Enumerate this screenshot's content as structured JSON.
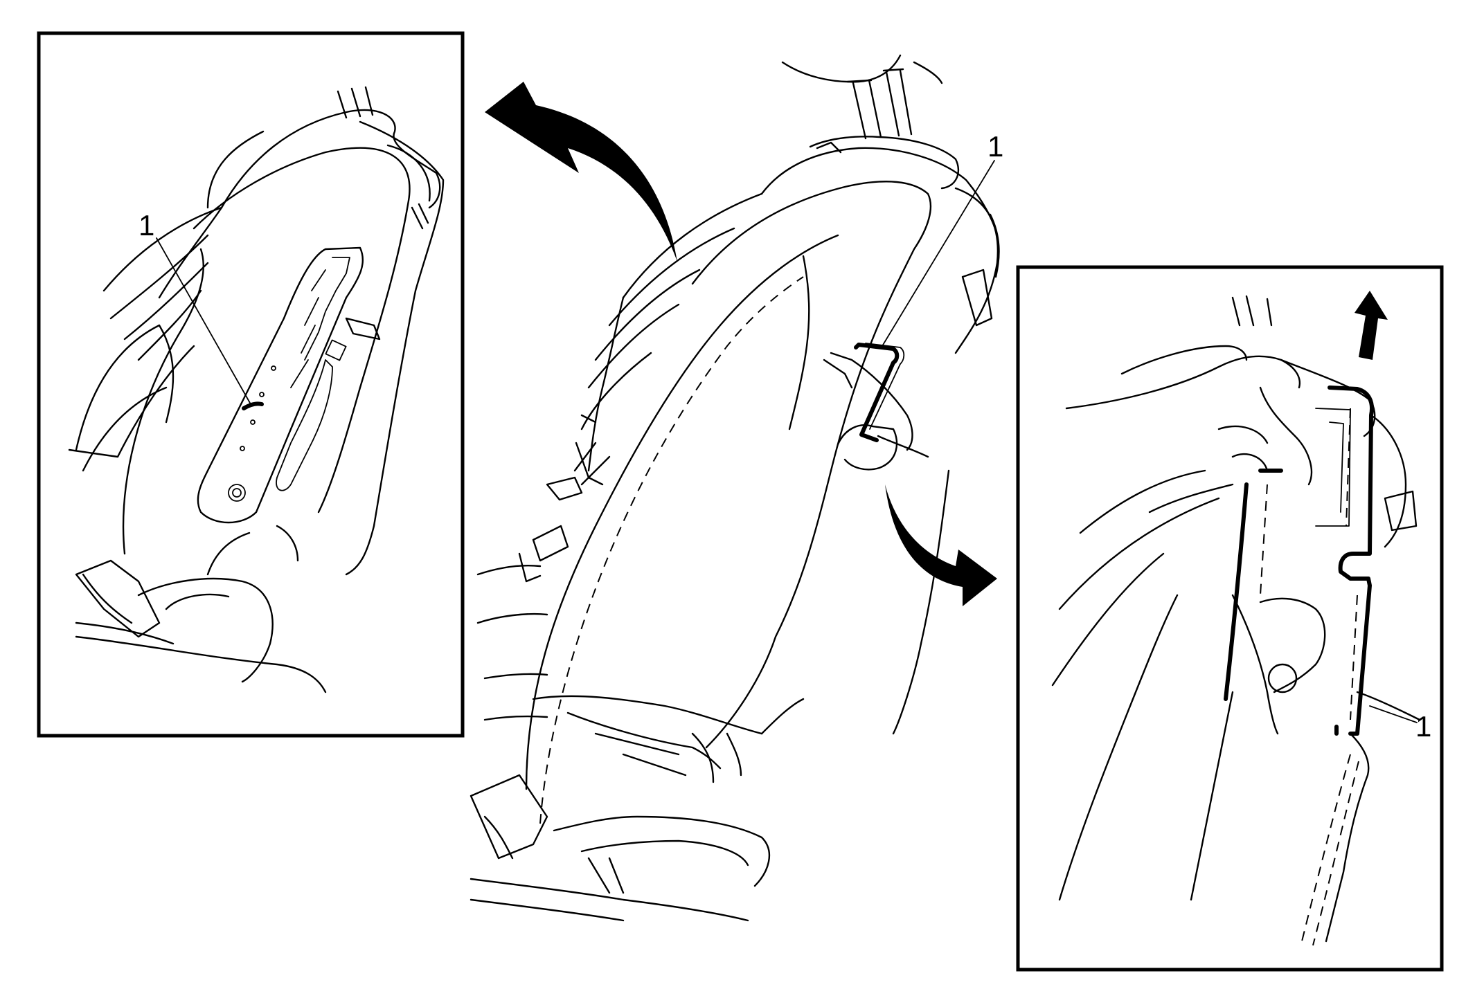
{
  "callouts": {
    "left_inset": "1",
    "center": "1",
    "right_inset": "1"
  },
  "colors": {
    "line": "#000000",
    "background": "#ffffff"
  }
}
